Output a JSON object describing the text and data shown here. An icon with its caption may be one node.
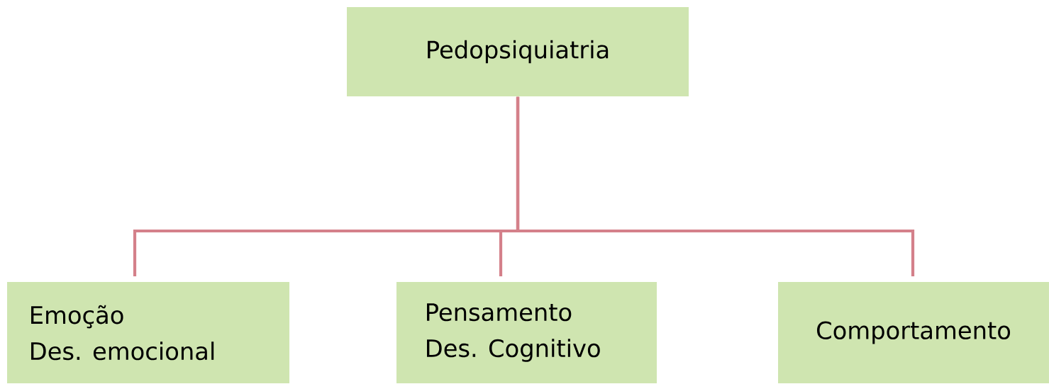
{
  "diagram": {
    "nodes": [
      {
        "text": [
          "Pedopsiquiatria"
        ]
      },
      {
        "text": [
          "Emoção",
          "Des. emocional"
        ]
      },
      {
        "text": [
          "Pensamento",
          "Des. Cognitivo"
        ]
      },
      {
        "text": [
          "Comportamento"
        ]
      }
    ],
    "edges": [
      {
        "from": 0,
        "to": 1,
        "arrow": "none"
      },
      {
        "from": 0,
        "to": 2,
        "arrow": "none"
      },
      {
        "from": 0,
        "to": 3,
        "arrow": "none"
      }
    ]
  }
}
